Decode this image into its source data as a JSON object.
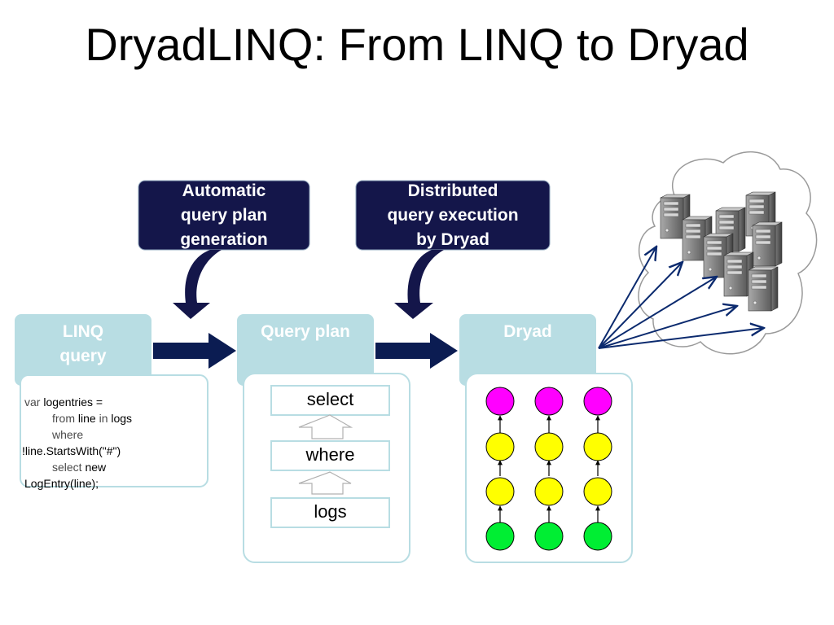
{
  "title": "DryadLINQ: From LINQ to Dryad",
  "callouts": {
    "query_plan_generation": "Automatic\nquery plan\ngeneration",
    "distributed_execution": "Distributed\nquery execution\nby Dryad"
  },
  "stages": {
    "linq": "LINQ\nquery",
    "query_plan": "Query plan",
    "dryad": "Dryad"
  },
  "code": {
    "line1": {
      "kw": "var",
      "rest": " logentries ="
    },
    "line2": {
      "kw1": "from",
      "mid": " line ",
      "kw2": "in",
      "rest": " logs"
    },
    "line3": {
      "kw": "where"
    },
    "line4": {
      "text": "!line.StartsWith(\"#\")"
    },
    "line5": {
      "kw": "select",
      "rest": " new"
    },
    "line6": {
      "text": "LogEntry(line);"
    }
  },
  "query_plan_ops": [
    "select",
    "where",
    "logs"
  ],
  "colors": {
    "stage_bg": "#b8dde3",
    "callout_bg": "#14164a",
    "arrow": "#0b1c52",
    "vertex_output": "#ff00ff",
    "vertex_middle": "#ffff00",
    "vertex_input": "#00ee33",
    "cluster_link": "#0b2a6e"
  },
  "icons": {
    "cluster": "server-cluster-cloud-icon",
    "server": "server-tower-icon"
  }
}
